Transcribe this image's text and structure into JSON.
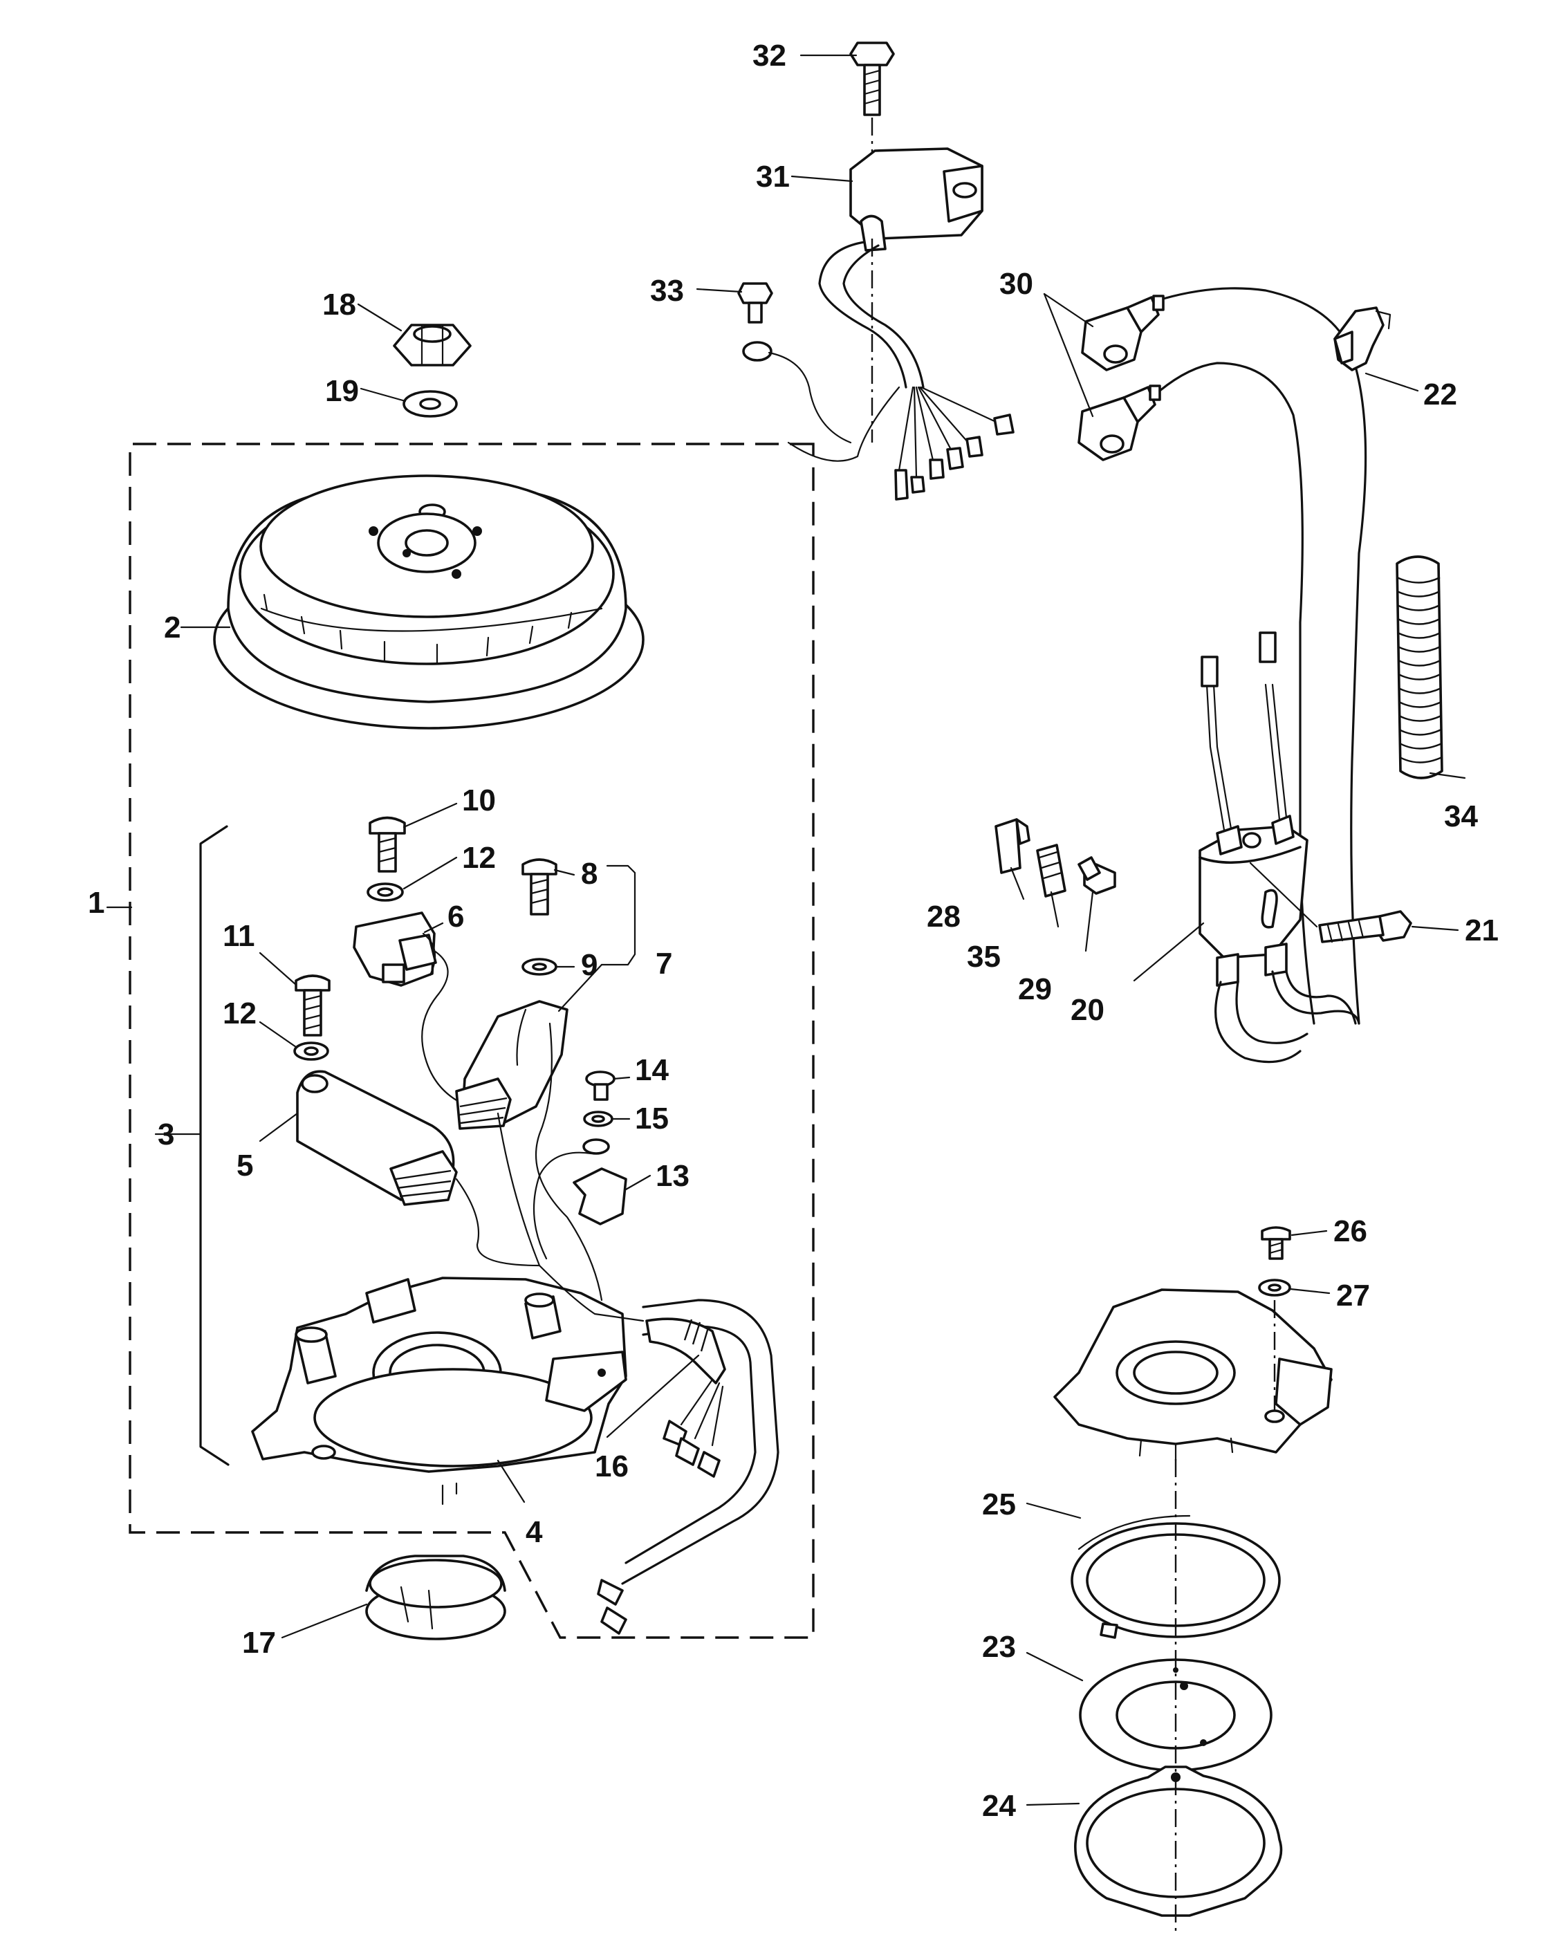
{
  "callouts": {
    "c1": "1",
    "c2": "2",
    "c3": "3",
    "c4": "4",
    "c5": "5",
    "c6": "6",
    "c7": "7",
    "c8": "8",
    "c9": "9",
    "c10": "10",
    "c11": "11",
    "c12a": "12",
    "c12b": "12",
    "c13": "13",
    "c14": "14",
    "c15": "15",
    "c16": "16",
    "c17": "17",
    "c18": "18",
    "c19": "19",
    "c20": "20",
    "c21": "21",
    "c22": "22",
    "c23": "23",
    "c24": "24",
    "c25": "25",
    "c26": "26",
    "c27": "27",
    "c28": "28",
    "c29": "29",
    "c30": "30",
    "c31": "31",
    "c32": "32",
    "c33": "33",
    "c34": "34",
    "c35": "35"
  }
}
